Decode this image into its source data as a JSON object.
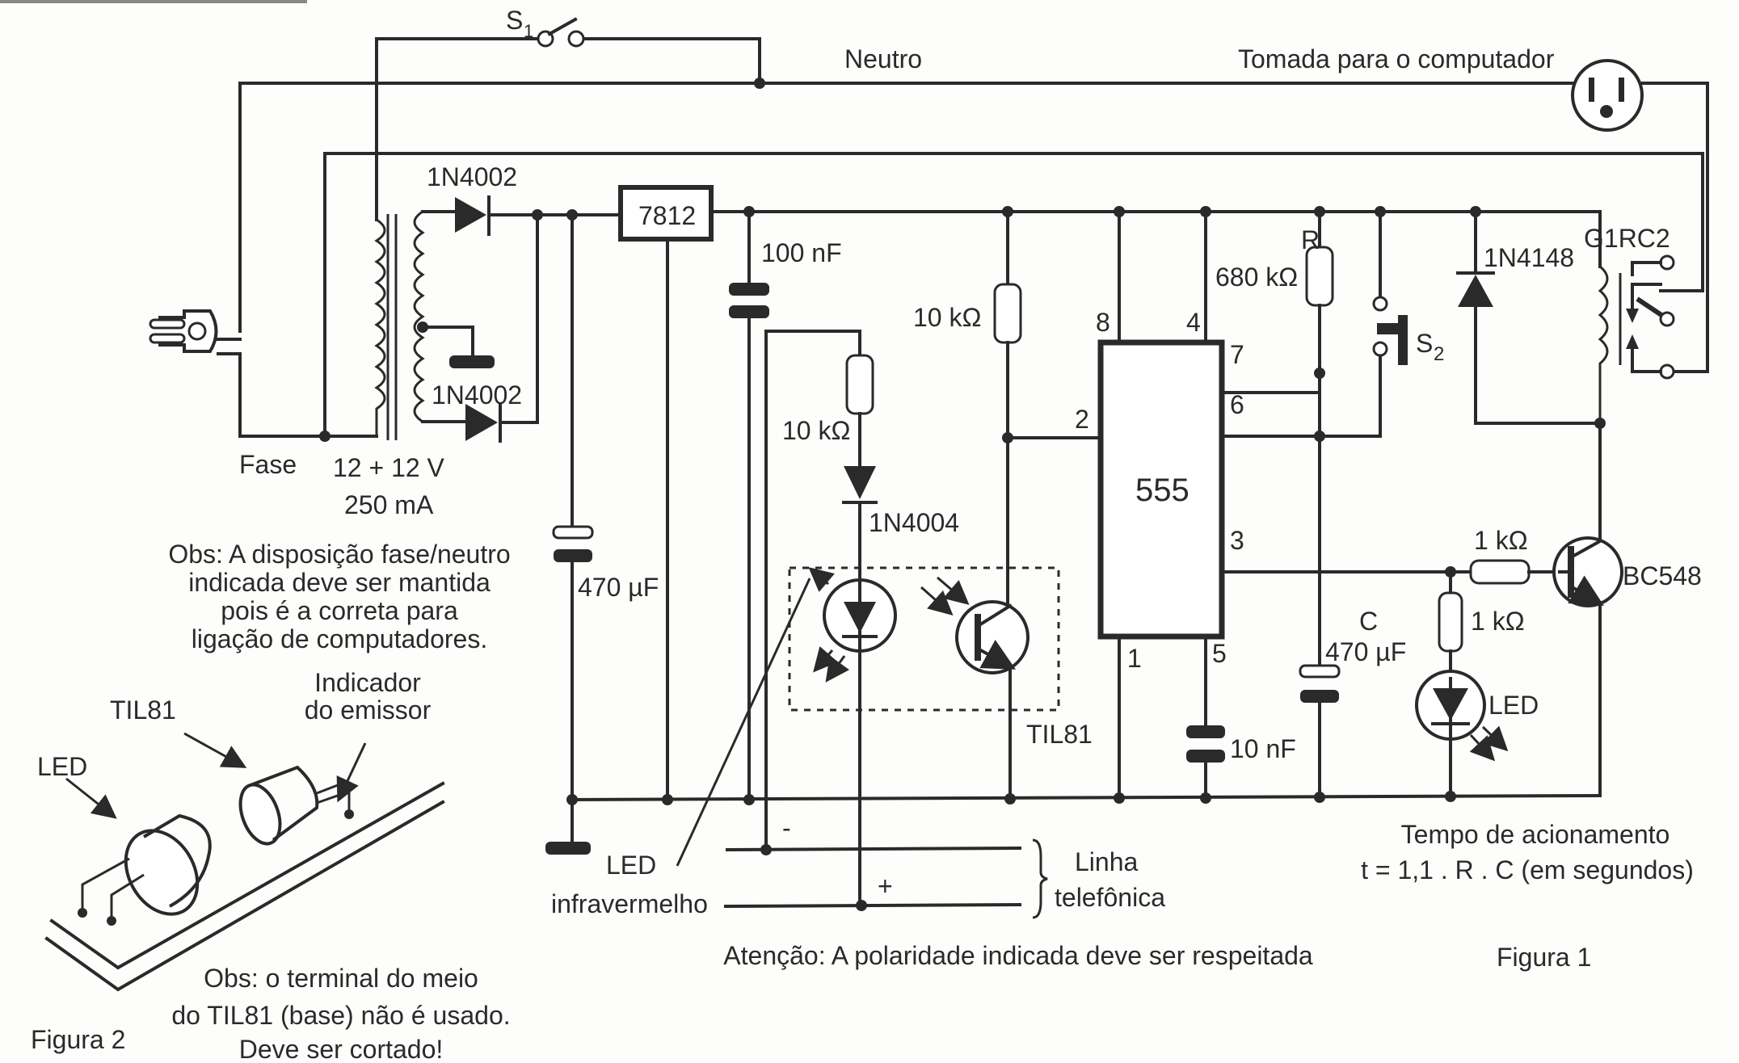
{
  "figure1": {
    "caption": "Figura 1",
    "switch_s1": {
      "label": "S",
      "sub": "1"
    },
    "neutral_label": "Neutro",
    "outlet_label": "Tomada para o computador",
    "phase_label": "Fase",
    "transformer": {
      "voltage": "12 + 12 V",
      "current": "250 mA"
    },
    "diode_upper": "1N4002",
    "diode_lower": "1N4002",
    "regulator": "7812",
    "cap_input": "470 µF",
    "cap_100n": "100 nF",
    "res_led": "10 kΩ",
    "diode_led": "1N4004",
    "res_trigger": "10 kΩ",
    "optocoupler": "TIL81",
    "ic": {
      "name": "555",
      "pins": {
        "p8": "8",
        "p4": "4",
        "p7": "7",
        "p6": "6",
        "p2": "2",
        "p3": "3",
        "p1": "1",
        "p5": "5"
      }
    },
    "cap_10n": "10 nF",
    "res_timing": {
      "name": "R",
      "value": "680 kΩ"
    },
    "cap_timing": {
      "name": "C",
      "value": "470 µF"
    },
    "switch_s2": {
      "label": "S",
      "sub": "2"
    },
    "diode_relay": "1N4148",
    "relay": "G1RC2",
    "res_base": "1 kΩ",
    "res_indicator": "1 kΩ",
    "led_indicator": "LED",
    "transistor": "BC548",
    "phone_line": {
      "label_line1": "Linha",
      "label_line2": "telefônica",
      "minus": "-",
      "plus": "+"
    },
    "ir_led_label": {
      "line1": "LED",
      "line2": "infravermelho"
    },
    "note_phase": [
      "Obs: A disposição fase/neutro",
      "indicada deve ser mantida",
      "pois é a correta para",
      "ligação de computadores."
    ],
    "note_polarity": "Atenção: A polaridade indicada deve ser respeitada",
    "timing": {
      "line1": "Tempo de acionamento",
      "line2": "t = 1,1 . R . C (em segundos)"
    }
  },
  "figure2": {
    "caption": "Figura 2",
    "label_led": "LED",
    "label_til81": "TIL81",
    "label_indicator": {
      "line1": "Indicador",
      "line2": "do emissor"
    },
    "note": [
      "Obs: o terminal do meio",
      "do TIL81 (base) não é usado.",
      "Deve ser cortado!"
    ]
  }
}
